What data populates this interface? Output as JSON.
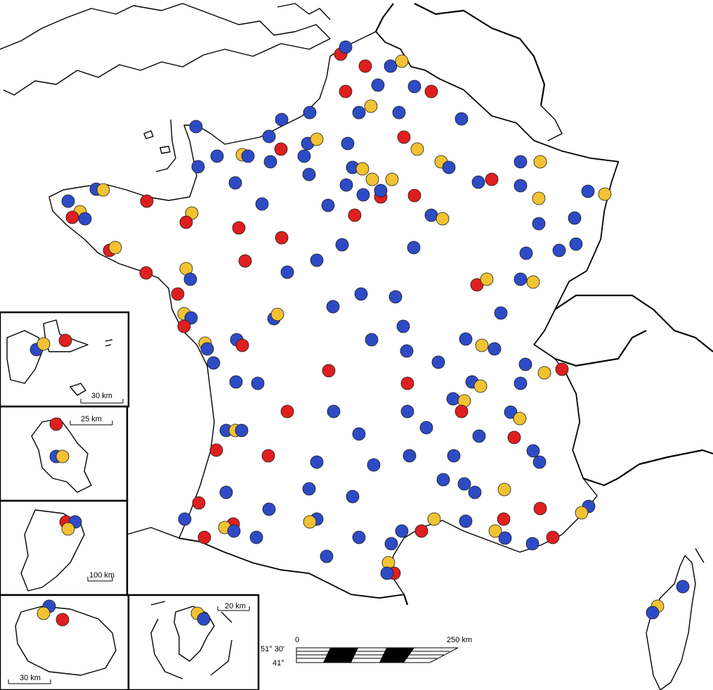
{
  "colors": {
    "blue": "#2e4bc6",
    "red": "#df1f1f",
    "yellow": "#f1c232"
  },
  "scale_bars": {
    "guadeloupe": "30 km",
    "martinique": "25 km",
    "guyane": "100 km",
    "reunion": "30 km",
    "mayotte": "20 km",
    "main": {
      "start": "0",
      "end": "250 km",
      "lat_top": "51° 30'",
      "lat_bottom": "41°"
    }
  }
}
